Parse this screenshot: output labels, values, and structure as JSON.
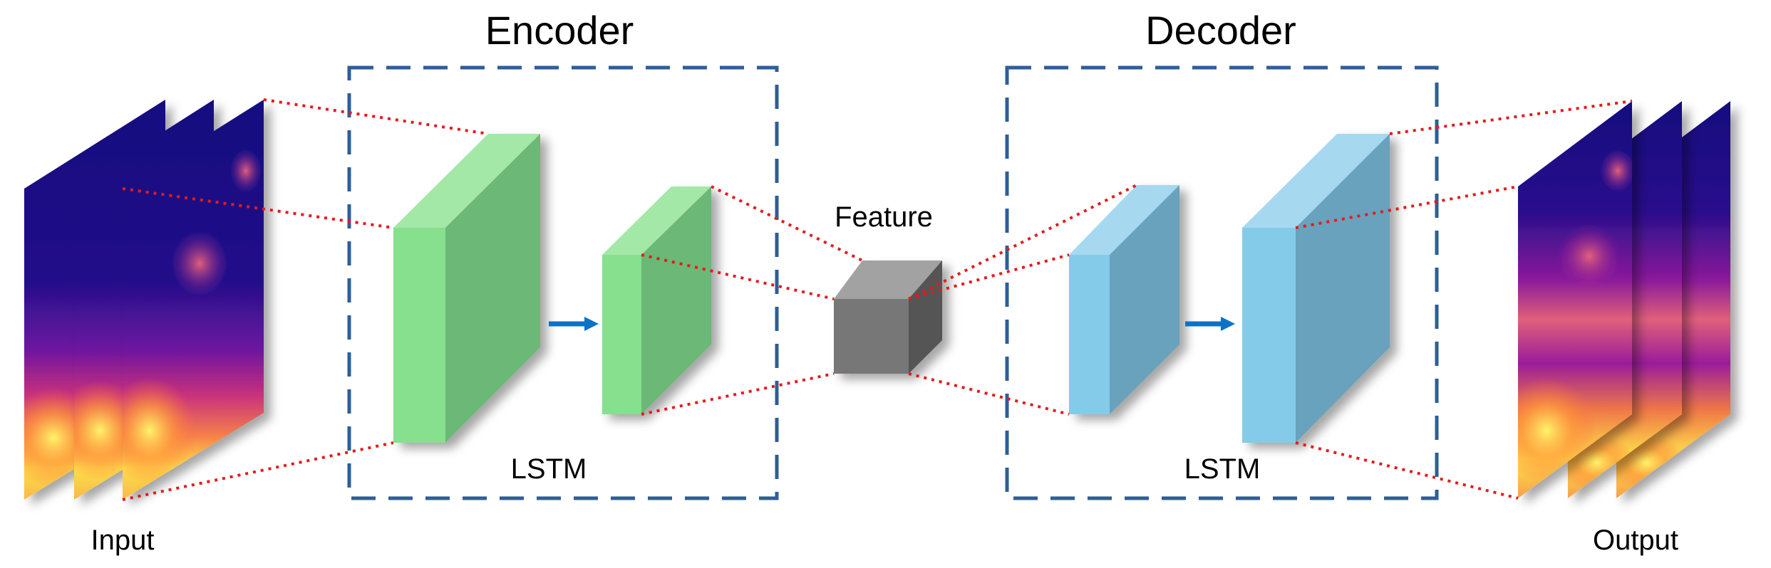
{
  "labels": {
    "encoder": "Encoder",
    "decoder": "Decoder",
    "feature": "Feature",
    "encoder_lstm": "LSTM",
    "decoder_lstm": "LSTM",
    "input": "Input",
    "output": "Output"
  },
  "colors": {
    "encoder_block": "#86e08e",
    "decoder_block": "#84cbea",
    "feature_cube": "#777777",
    "connector": "#e31b1b",
    "frame_border": "#2e5e97",
    "arrow": "#0d72c4"
  },
  "icons": {
    "flow_arrow": "arrow-right-icon"
  }
}
